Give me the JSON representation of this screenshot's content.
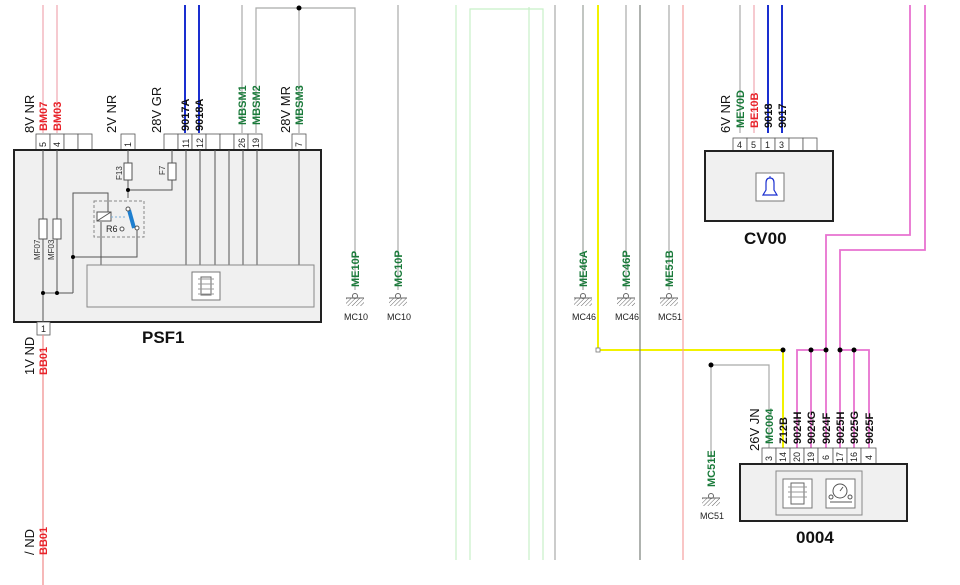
{
  "colors": {
    "red_text": "#e8232a",
    "green_text": "#1a7a3a",
    "black_text": "#111111",
    "wire_pink_light": "#f3b9c0",
    "wire_red": "#f08a8a",
    "wire_blue": "#1a2fd0",
    "wire_grey": "#a9aaa9",
    "wire_darkgrey": "#7a807a",
    "wire_yellow": "#f2f200",
    "wire_magenta": "#e872d0",
    "wire_lightgreen": "#c8f0c8",
    "box_fill": "#f0f0f0"
  },
  "components": {
    "psf1": {
      "name": "PSF1",
      "connectors": [
        {
          "label": "8V NR",
          "pins": [
            "5",
            "4",
            "",
            ""
          ]
        },
        {
          "label": "2V NR",
          "pins": [
            "1"
          ]
        },
        {
          "label": "28V GR",
          "pins": [
            "",
            "11",
            "12",
            "",
            "",
            "26",
            "19"
          ]
        },
        {
          "label": "28V MR",
          "pins": [
            "7"
          ]
        }
      ],
      "bottom_connector": {
        "label": "1V ND",
        "pin": "1"
      },
      "internal": {
        "fuses": [
          "F13",
          "F7",
          "MF07",
          "MF03"
        ],
        "relay": "R6"
      }
    },
    "cv00": {
      "name": "CV00",
      "connector": {
        "label": "6V NR",
        "pins": [
          "4",
          "5",
          "1",
          "3",
          "",
          ""
        ]
      },
      "icon": "bell-icon"
    },
    "c0004": {
      "name": "0004",
      "connector": {
        "label": "26V JN",
        "pins": [
          "3",
          "14",
          "20",
          "19",
          "6",
          "17",
          "16",
          "4"
        ]
      },
      "icons": [
        "chip-icon",
        "gauge-icon"
      ]
    }
  },
  "wires": {
    "psf1_top": [
      "BM07",
      "BM03",
      "9017A",
      "9018A",
      "MBSM1",
      "MBSM2",
      "MBSM3"
    ],
    "psf1_bottom": "BB01",
    "bottom_left_connector": {
      "label": "/ ND",
      "wire": "BB01"
    },
    "cv00_top": [
      "MEV0D",
      "BE10B",
      "9018",
      "9017"
    ],
    "c0004_top": [
      "MC004",
      "Z12B",
      "9024H",
      "9024G",
      "9024F",
      "9025H",
      "9025G",
      "9025F"
    ]
  },
  "grounds": [
    {
      "wire": "ME10P",
      "ground": "MC10"
    },
    {
      "wire": "MC10P",
      "ground": "MC10"
    },
    {
      "wire": "ME46A",
      "ground": "MC46"
    },
    {
      "wire": "MC46P",
      "ground": "MC46"
    },
    {
      "wire": "ME51B",
      "ground": "MC51"
    },
    {
      "wire": "MC51E",
      "ground": "MC51"
    }
  ]
}
